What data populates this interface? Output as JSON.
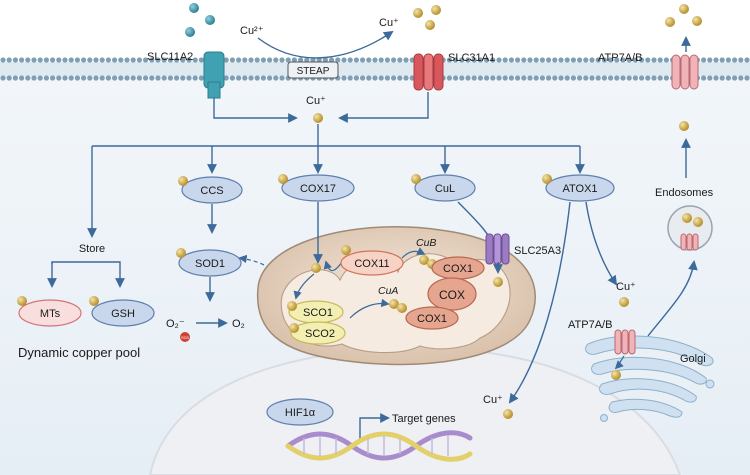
{
  "ions": {
    "cu2plus": "Cu²⁺",
    "cuplus_out": "Cu⁺",
    "cuplus_in": "Cu⁺",
    "cuplus_golgi": "Cu⁺",
    "cuplus_nucleus": "Cu⁺",
    "o2_minus": "O₂⁻",
    "o2": "O₂",
    "ros": "ROS"
  },
  "membrane": {
    "slc11a2": "SLC11A2",
    "steap": "STEAP",
    "slc31a1": "SLC31A1",
    "atp7ab_top": "ATP7A/B"
  },
  "chaperones": {
    "ccs": "CCS",
    "cox17": "COX17",
    "cul": "CuL",
    "atox1": "ATOX1"
  },
  "store": {
    "store": "Store",
    "mts": "MTs",
    "gsh": "GSH",
    "pool": "Dynamic copper pool"
  },
  "sod": {
    "sod1": "SOD1"
  },
  "mito": {
    "cox11": "COX11",
    "cub": "CuB",
    "cox1_top": "COX1",
    "cox": "COX",
    "cox1_bottom": "COX1",
    "cua": "CuA",
    "sco1": "SCO1",
    "sco2": "SCO2",
    "slc25a3": "SLC25A3"
  },
  "golgi": {
    "atp7ab": "ATP7A/B",
    "golgi": "Golgi",
    "endosomes": "Endosomes"
  },
  "nucleus": {
    "hif1a": "HIF1α",
    "target_genes": "Target genes"
  },
  "colors": {
    "arrow": "#3c6a9a",
    "membrane": "#7f9fb4",
    "cytoplasm": "#eef3f7",
    "copper": "#c8a63f",
    "extracellular_ion": "#3d8fa3",
    "chaperone_fill": "#c9d7ec",
    "mito_fill": "#ead9c8",
    "cox_fill": "#e5a58f",
    "sco_fill": "#f3eeb2",
    "mts_fill": "#f9dede",
    "ros_red": "#cf4336"
  }
}
